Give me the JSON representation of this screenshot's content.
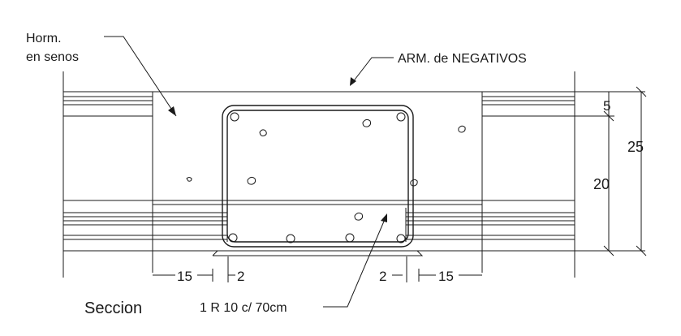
{
  "labels": {
    "horm_line1": "Horm.",
    "horm_line2": "en senos",
    "arm_negativos": "ARM. de NEGATIVOS",
    "seccion": "Seccion",
    "rebar_note": "1 R 10 c/ 70cm"
  },
  "dimensions": {
    "right_top": "5",
    "right_total": "25",
    "right_lower": "20",
    "bottom_left_outer": "15",
    "bottom_left_inner": "2",
    "bottom_right_inner": "2",
    "bottom_right_outer": "15"
  }
}
